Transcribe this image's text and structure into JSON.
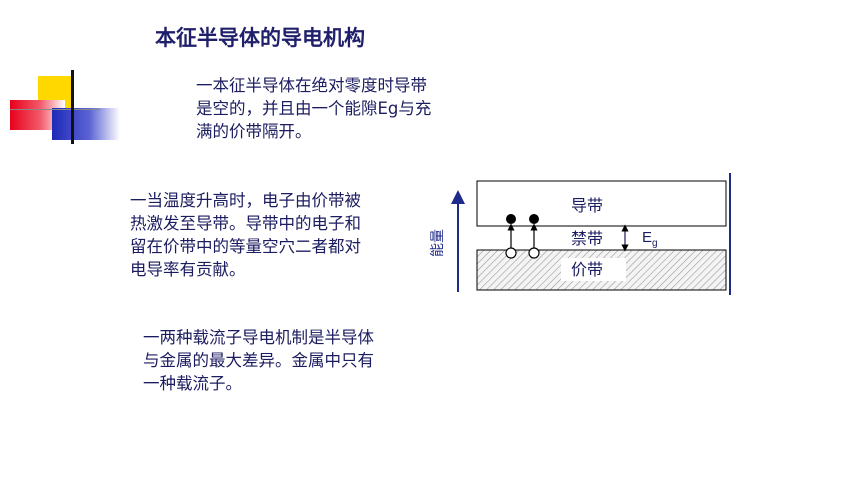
{
  "title": "本征半导体的导电机构",
  "paragraphs": {
    "p1_lines": [
      "一本征半导体在绝对零度时导带",
      "是空的，并且由一个能隙Eg与充",
      "满的价带隔开。"
    ],
    "p2_lines": [
      "一当温度升高时，电子由价带被",
      "热激发至导带。导带中的电子和",
      "留在价带中的等量空穴二者都对",
      "电导率有贡献。"
    ],
    "p3_lines": [
      "一两种载流子导电机制是半导体",
      "与金属的最大差异。金属中只有",
      "一种载流子。"
    ]
  },
  "diagram": {
    "axis_label": "能量",
    "conduction_band": "导带",
    "forbidden_band": "禁带",
    "valence_band": "价带",
    "gap_symbol": "E",
    "gap_subscript": "g"
  },
  "colors": {
    "title": "#1f1f6b",
    "text": "#1c1c60",
    "axis": "#1f2a8a",
    "deco_yellow": "#ffd800",
    "deco_red": "#e8001c",
    "deco_blue": "#1f2ab8"
  }
}
